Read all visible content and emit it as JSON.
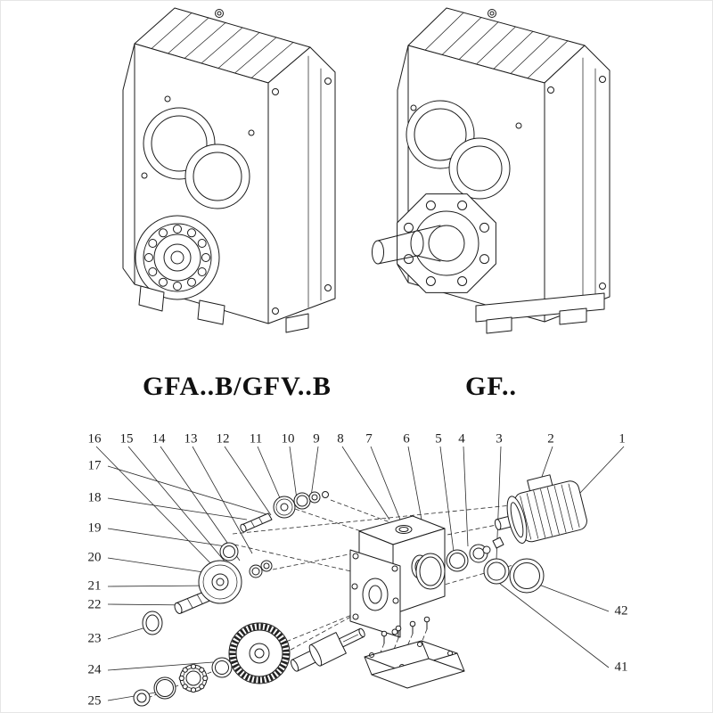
{
  "page": {
    "background_color": "#ffffff",
    "line_color": "#1b1b1b"
  },
  "models": [
    {
      "label": "GFA..B/GFV..B"
    },
    {
      "label": "GF.."
    }
  ],
  "exploded_view": {
    "callouts": {
      "top_row": [
        "16",
        "15",
        "14",
        "13",
        "12",
        "11",
        "10",
        "9",
        "8",
        "7",
        "6",
        "5",
        "4",
        "3",
        "2",
        "1"
      ],
      "left_column": [
        "17",
        "18",
        "19",
        "20",
        "21",
        "22",
        "23",
        "24",
        "25"
      ],
      "right_column": [
        "42",
        "41"
      ]
    }
  }
}
